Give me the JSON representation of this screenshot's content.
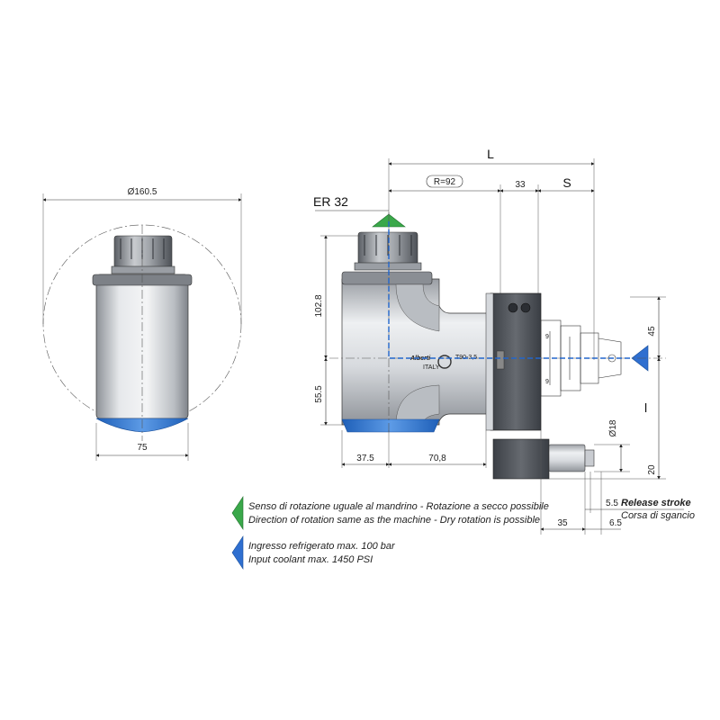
{
  "left_view": {
    "diameter_label": "Ø160.5",
    "width_label": "75"
  },
  "right_view": {
    "collet_label": "ER 32",
    "length_label": "L",
    "radius_label": "R=92",
    "dim_33": "33",
    "stroke_label": "S",
    "height_upper": "102.8",
    "height_lower": "55.5",
    "width_left": "37.5",
    "width_mid": "70,8",
    "dim_45": "45",
    "dim_l": "l",
    "shank_diameter": "Ø18",
    "dim_20": "20",
    "dim_5_5": "5.5",
    "dim_35": "35",
    "dim_6_5": "6.5",
    "release_en": "Release stroke",
    "release_it": "Corsa di sgancio",
    "brand": "Alberti",
    "model": "T90-3,5",
    "country": "ITALY"
  },
  "legend": {
    "rotation_it": "Senso di rotazione uguale al mandrino - Rotazione a secco possibile",
    "rotation_en": "Direction of rotation same as the machine - Dry rotation is possible",
    "coolant_it": "Ingresso refrigerato max. 100 bar",
    "coolant_en": "Input coolant max. 1450 PSI"
  },
  "colors": {
    "rotation_arrow": "#3aa84a",
    "coolant": "#2f6fd0",
    "body_steel": "#c9ccd1",
    "dark_flange": "#4b4f55"
  }
}
